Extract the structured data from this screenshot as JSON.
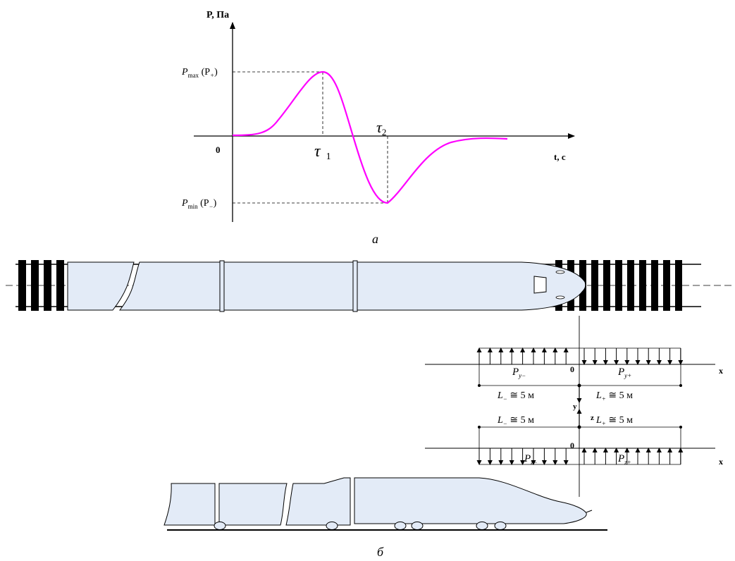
{
  "graph": {
    "y_axis_label": "P, Па",
    "x_axis_label": "t, c",
    "origin_label": "0",
    "pmax_label": {
      "main": "P",
      "sub": "max",
      "paren_open": " (P",
      "paren_sub": "+",
      "paren_close": ")"
    },
    "pmin_label": {
      "main": "P",
      "sub": "min",
      "paren_open": " (P",
      "paren_sub": "−",
      "paren_close": ")"
    },
    "tau1_label": {
      "main": "τ",
      "sub": "1"
    },
    "tau2_label": {
      "main": "τ",
      "sub": "2"
    },
    "caption": "а",
    "curve_color": "#ff00ff"
  },
  "plan_view": {
    "origin_label": "0",
    "x_axis_label": "x",
    "y_axis_label": "y",
    "py_minus": {
      "main": "P",
      "sub": "y−"
    },
    "py_plus": {
      "main": "P",
      "sub": "y+"
    },
    "l_minus": {
      "main": "L",
      "sub": "−",
      "rest": " ≅ 5 м"
    },
    "l_plus": {
      "main": "L",
      "sub": "+",
      "rest": " ≅ 5 м"
    }
  },
  "side_view": {
    "origin_label": "0",
    "x_axis_label": "x",
    "z_axis_label": "z",
    "pz_minus": {
      "main": "P",
      "sub": "z−"
    },
    "pz_plus": {
      "main": "P",
      "sub": "z+"
    },
    "l_minus": {
      "main": "L",
      "sub": "−",
      "rest": " ≅ 5 м"
    },
    "l_plus": {
      "main": "L",
      "sub": "+",
      "rest": " ≅ 5 м"
    },
    "caption": "б"
  },
  "colors": {
    "train_fill": "#e3ebf7",
    "line": "#000000",
    "magenta": "#ff00ff"
  }
}
